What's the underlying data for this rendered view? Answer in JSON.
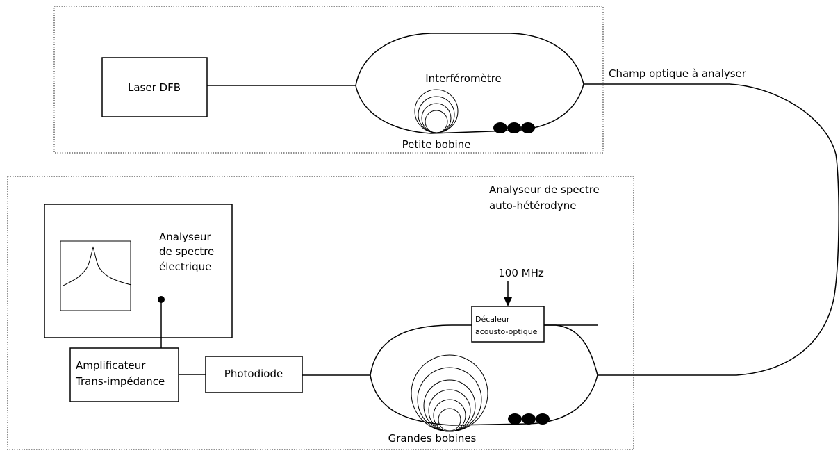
{
  "source": {
    "laser_label": "Laser DFB",
    "interferometer_label": "Interféromètre",
    "coil_label": "Petite bobine"
  },
  "link": {
    "field_label": "Champ optique à analyser"
  },
  "analyzer": {
    "title_line1": "Analyseur de spectre",
    "title_line2": "auto-hétérodyne",
    "esa_line1": "Analyseur",
    "esa_line2": "de spectre",
    "esa_line3": "électrique",
    "rf_label": "100 MHz",
    "aom_line1": "Décaleur",
    "aom_line2": "acousto-optique",
    "amp_line1": "Amplificateur",
    "amp_line2": "Trans-impédance",
    "photodiode_label": "Photodiode",
    "coils_label": "Grandes bobines"
  }
}
